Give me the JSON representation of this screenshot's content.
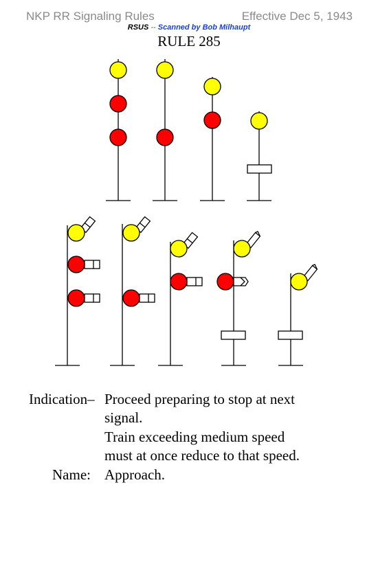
{
  "header": {
    "railroad": "NKP RR Signaling Rules",
    "effective": "Effective Dec 5, 1943",
    "source_prefix": "RSUS",
    "source_separator": "--",
    "source_credit": "Scanned by Bob Milhaupt"
  },
  "rule": {
    "title": "RULE 285"
  },
  "indication": {
    "label": "Indication",
    "dash": "–",
    "line1": "Proceed preparing to stop at next",
    "line2": "signal.",
    "line3": "Train exceeding medium speed",
    "line4": "must at once reduce to that speed."
  },
  "name": {
    "label": "Name:",
    "value": "Approach."
  },
  "colors": {
    "proceed_yellow": "#ffff00",
    "stop_red": "#ff0000",
    "header_gray": "#8a8a8a",
    "credit_blue": "#1a3fd6"
  },
  "signals": {
    "color_light_row": [
      [
        "yellow",
        "red",
        "red"
      ],
      [
        "yellow",
        "red"
      ],
      [
        "yellow",
        "red"
      ],
      [
        "yellow",
        "number-plate"
      ]
    ],
    "semaphore_row": [
      [
        "yellow-upper-quadrant",
        "red-horizontal",
        "red-horizontal"
      ],
      [
        "yellow-upper-quadrant",
        "red-horizontal"
      ],
      [
        "yellow-upper-quadrant",
        "red-horizontal"
      ],
      [
        "yellow-upper-quadrant",
        "red-pointed-horizontal",
        "number-plate"
      ],
      [
        "yellow-upper-quadrant",
        "number-plate"
      ]
    ]
  }
}
